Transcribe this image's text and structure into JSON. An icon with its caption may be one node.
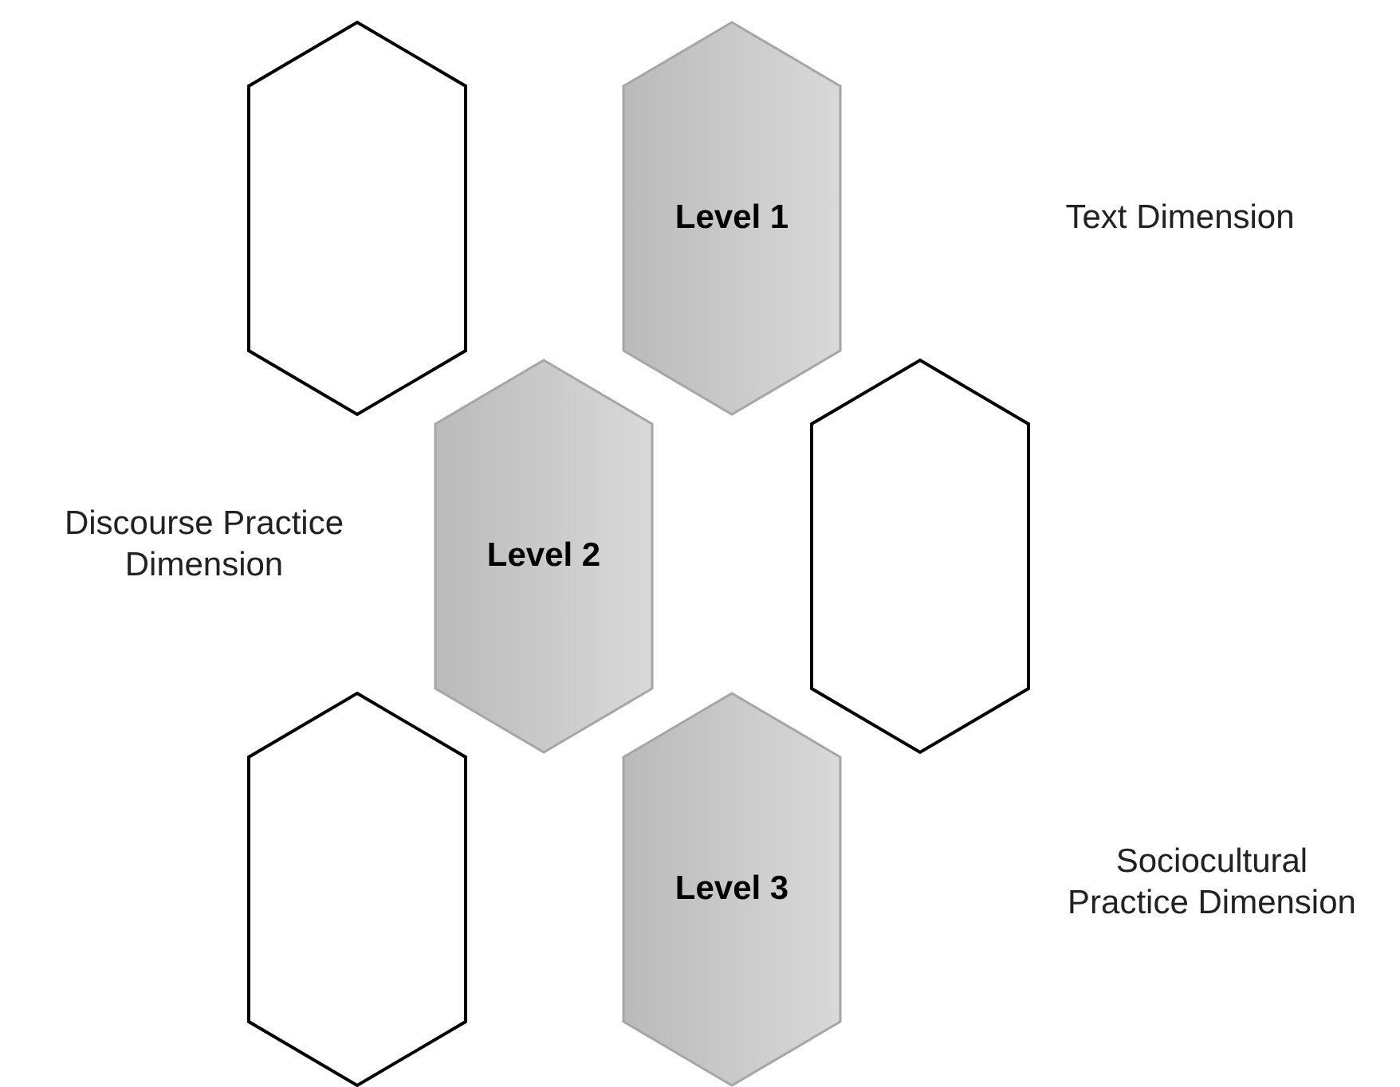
{
  "diagram": {
    "nodes": [
      {
        "text": [],
        "shape": "hexagon"
      },
      {
        "text": [
          "Level 1"
        ]
      },
      {
        "text": [
          "Level 2"
        ]
      },
      {
        "text": [],
        "shape": "hexagon"
      },
      {
        "text": [],
        "shape": "hexagon"
      },
      {
        "text": [
          "Level 3"
        ]
      }
    ],
    "labels": [
      "Text Dimension",
      "Discourse Practice Dimension",
      "Sociocultural Practice Dimension"
    ]
  }
}
